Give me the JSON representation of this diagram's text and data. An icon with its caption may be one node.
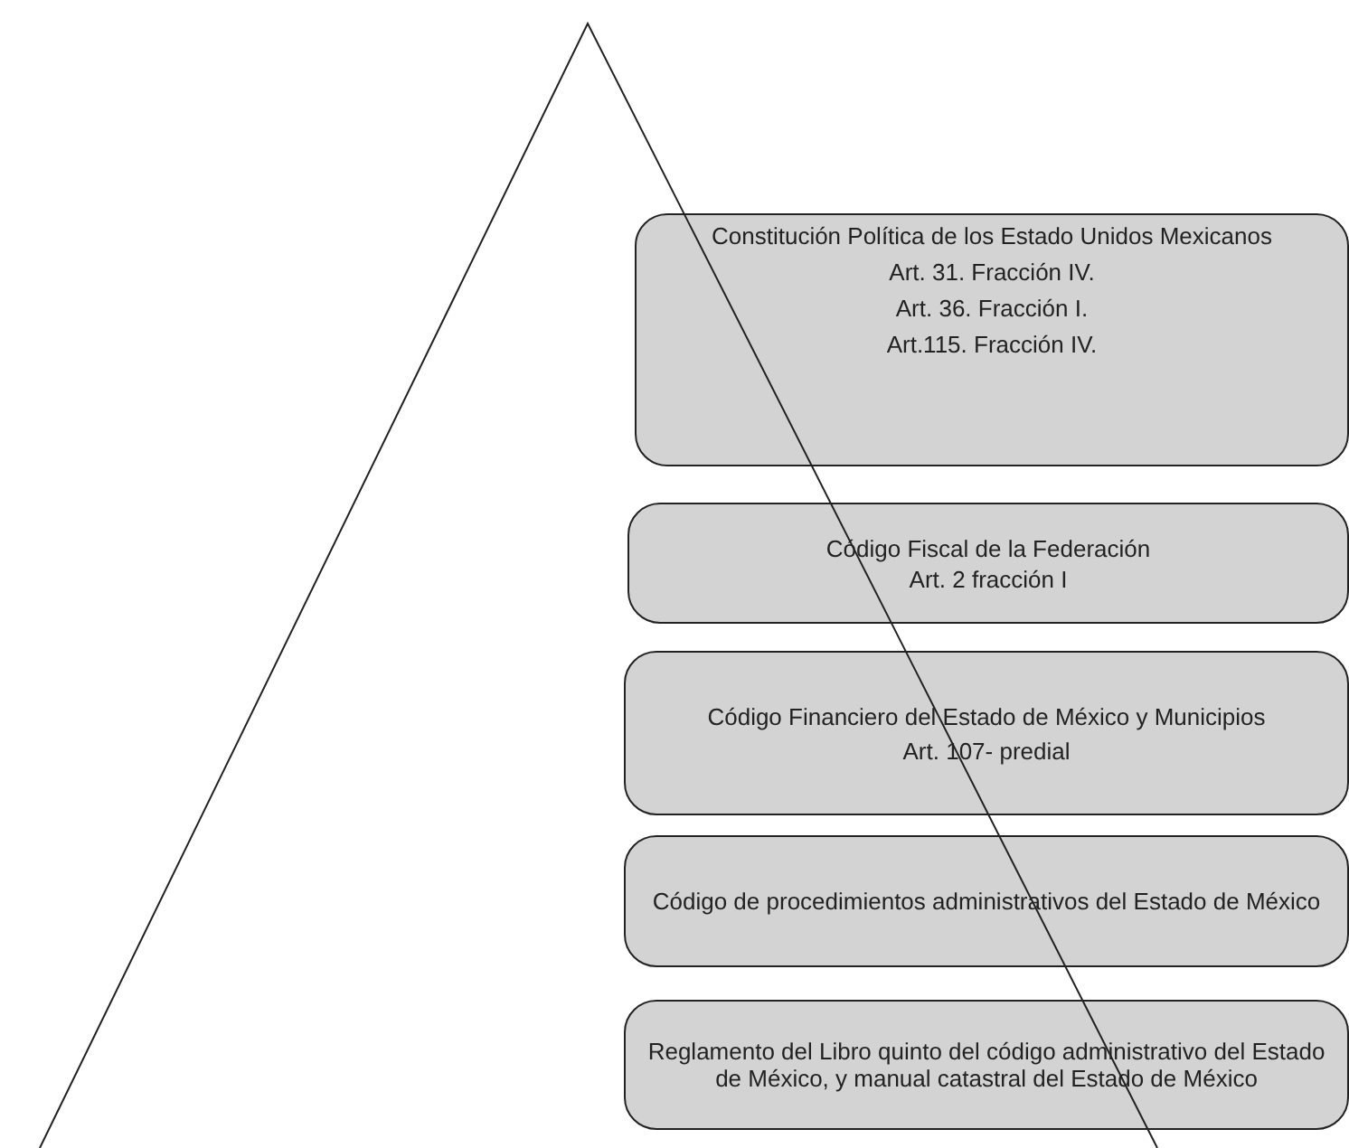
{
  "diagram": {
    "nodes": [
      {
        "text": [
          "Constitución Política de los Estado Unidos Mexicanos",
          "Art. 31. Fracción IV.",
          "Art. 36. Fracción I.",
          "Art.115. Fracción IV."
        ]
      },
      {
        "text": [
          "Código Fiscal de la Federación",
          "Art. 2 fracción I"
        ]
      },
      {
        "text": [
          "Código Financiero del Estado de México y Municipios",
          "Art. 107- predial"
        ]
      },
      {
        "text": [
          "Código de procedimientos administrativos del Estado de México"
        ]
      },
      {
        "text": [
          "Reglamento del Libro quinto del código administrativo del Estado de México, y manual catastral del Estado de México"
        ]
      }
    ],
    "edges": []
  }
}
